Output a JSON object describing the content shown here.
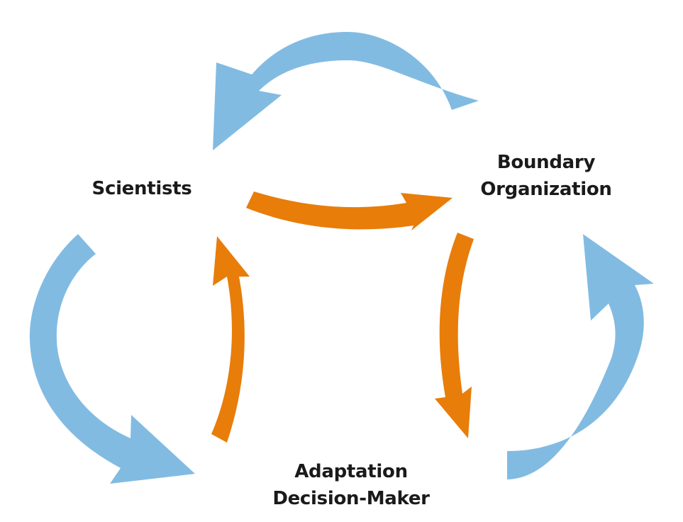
{
  "diagram": {
    "title": "",
    "colors": {
      "blue_arrow": "#82BBE2",
      "orange_arrow": "#E87D0A",
      "text": "#1a1a1a",
      "background": "#ffffff"
    },
    "nodes": [
      {
        "id": "scientists",
        "lines": [
          "Scientists"
        ]
      },
      {
        "id": "boundary",
        "lines": [
          "Boundary",
          "Organization"
        ]
      },
      {
        "id": "adaptation",
        "lines": [
          "Adaptation",
          "Decision-Maker"
        ]
      }
    ],
    "edges": [
      {
        "id": "boundary-to-scientists-outer",
        "from": "Boundary Organization",
        "to": "Scientists",
        "color": "blue",
        "kind": "outer"
      },
      {
        "id": "scientists-to-adaptation-outer",
        "from": "Scientists",
        "to": "Adaptation Decision-Maker",
        "color": "blue",
        "kind": "outer"
      },
      {
        "id": "adaptation-to-boundary-outer",
        "from": "Adaptation Decision-Maker",
        "to": "Boundary Organization",
        "color": "blue",
        "kind": "outer"
      },
      {
        "id": "scientists-to-boundary-inner",
        "from": "Scientists",
        "to": "Boundary Organization",
        "color": "orange",
        "kind": "inner"
      },
      {
        "id": "boundary-to-adaptation-inner",
        "from": "Boundary Organization",
        "to": "Adaptation Decision-Maker",
        "color": "orange",
        "kind": "inner"
      },
      {
        "id": "adaptation-to-scientists-inner",
        "from": "Adaptation Decision-Maker",
        "to": "Scientists",
        "color": "orange",
        "kind": "inner"
      }
    ]
  }
}
